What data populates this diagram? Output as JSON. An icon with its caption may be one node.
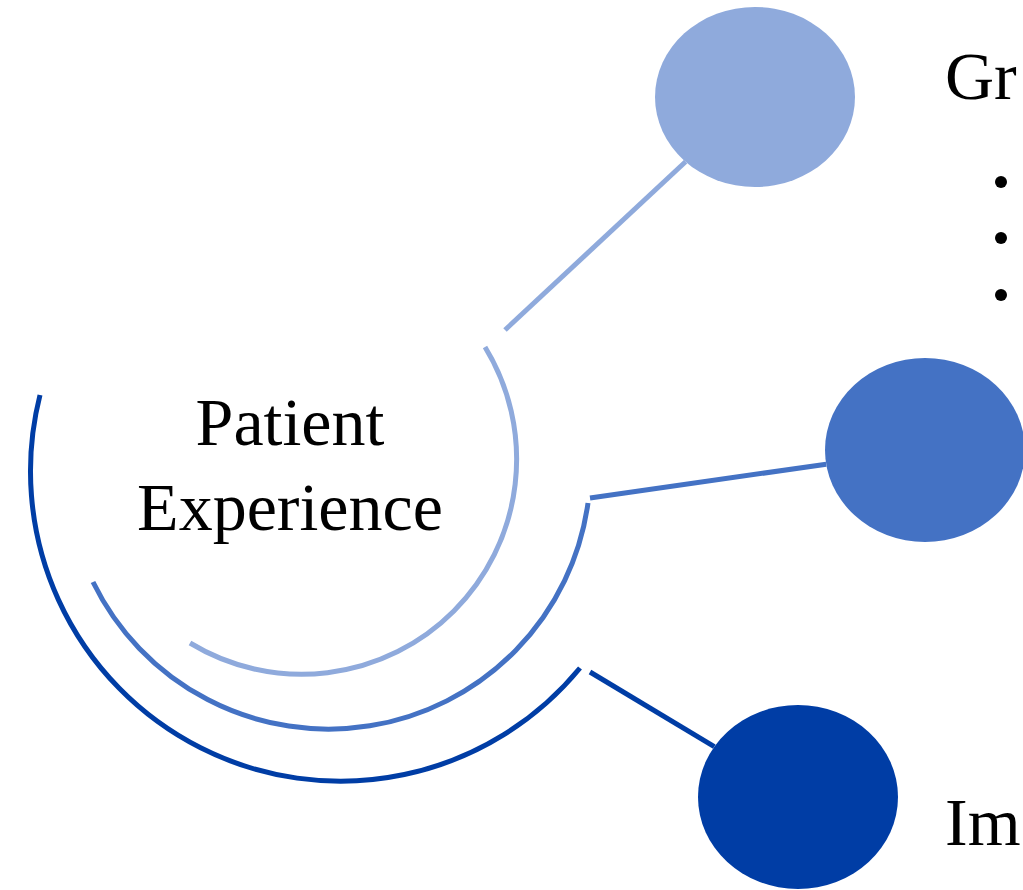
{
  "diagram": {
    "nodes": [
      {
        "text": [
          "Patient Experience"
        ]
      },
      {
        "text": [],
        "shape": "circle",
        "beside": [
          "Gr"
        ]
      },
      {
        "text": [],
        "shape": "circle"
      },
      {
        "text": [],
        "shape": "circle",
        "beside": [
          "Im"
        ]
      }
    ],
    "edges": [
      {
        "from": 0,
        "to": 1,
        "arrow": "none",
        "color": "#8faadc"
      },
      {
        "from": 0,
        "to": 2,
        "arrow": "none",
        "color": "#4472c4"
      },
      {
        "from": 0,
        "to": 3,
        "arrow": "none",
        "color": "#003da5"
      }
    ]
  }
}
